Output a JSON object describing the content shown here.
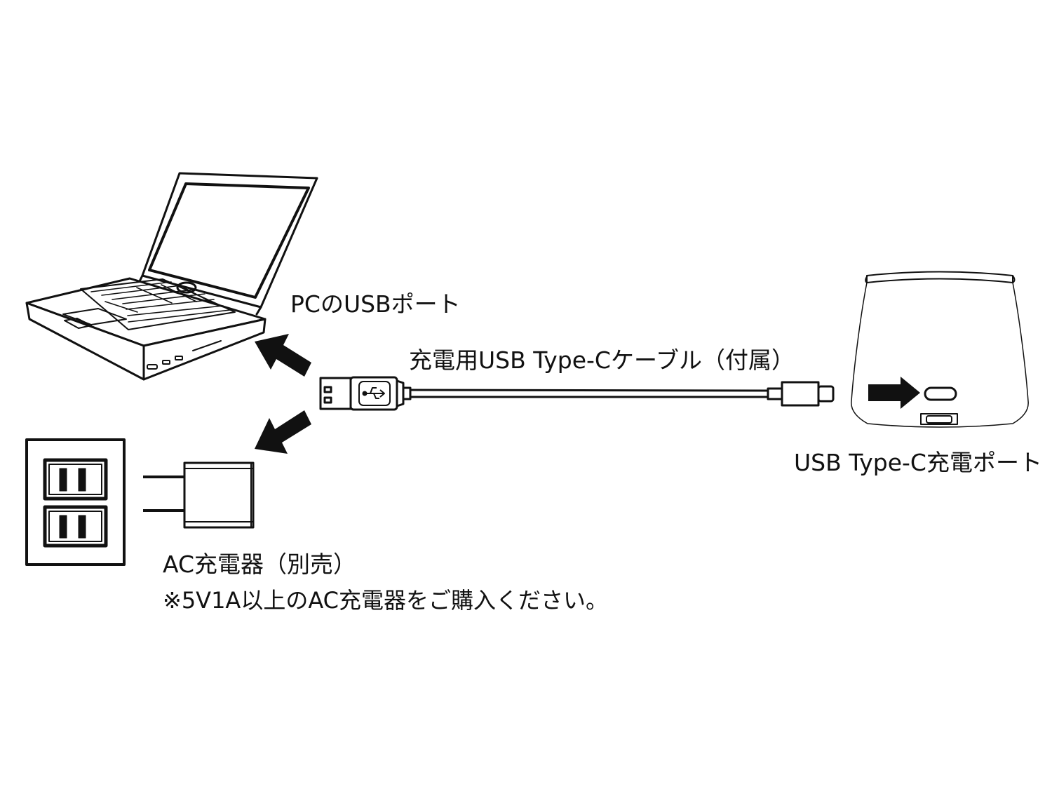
{
  "labels": {
    "pc_port": "PCのUSBポート",
    "cable": "充電用USB Type-Cケーブル（付属）",
    "speaker_port": "USB Type-C充電ポート",
    "ac_charger": "AC充電器（別売）",
    "ac_note": "※5V1A以上のAC充電器をご購入ください。"
  },
  "icons": {
    "laptop": "laptop-icon",
    "wall_outlet": "wall-outlet-icon",
    "ac_adapter": "ac-adapter-icon",
    "usb_a_plug": "usb-a-plug-icon",
    "usb_c_plug": "usb-c-plug-icon",
    "speaker": "speaker-device-icon",
    "arrows": "arrow-icon"
  },
  "colors": {
    "line": "#111111",
    "background": "#ffffff"
  }
}
